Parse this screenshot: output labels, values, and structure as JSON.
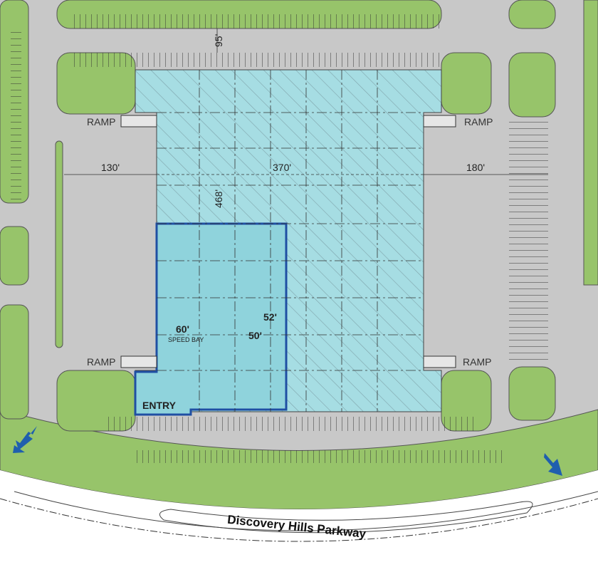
{
  "labels": {
    "ramp_top_left": "RAMP",
    "ramp_top_right": "RAMP",
    "ramp_bottom_left": "RAMP",
    "ramp_bottom_right": "RAMP",
    "dim_95": "95'",
    "dim_130": "130'",
    "dim_370": "370'",
    "dim_180": "180'",
    "dim_468": "468'",
    "dim_60": "60'",
    "speed_bay": "SPEED BAY",
    "dim_52": "52'",
    "dim_50": "50'",
    "entry": "ENTRY",
    "road_name": "Discovery Hills Parkway"
  },
  "colors": {
    "pavement": "#c8c8c8",
    "landscape": "#97c46a",
    "building_fill": "#a6dde3",
    "highlight_fill": "#8fd3dc",
    "highlight_outline": "#1f4fa3",
    "arrow": "#1f5fae",
    "hatch": "#7fa4ab"
  }
}
